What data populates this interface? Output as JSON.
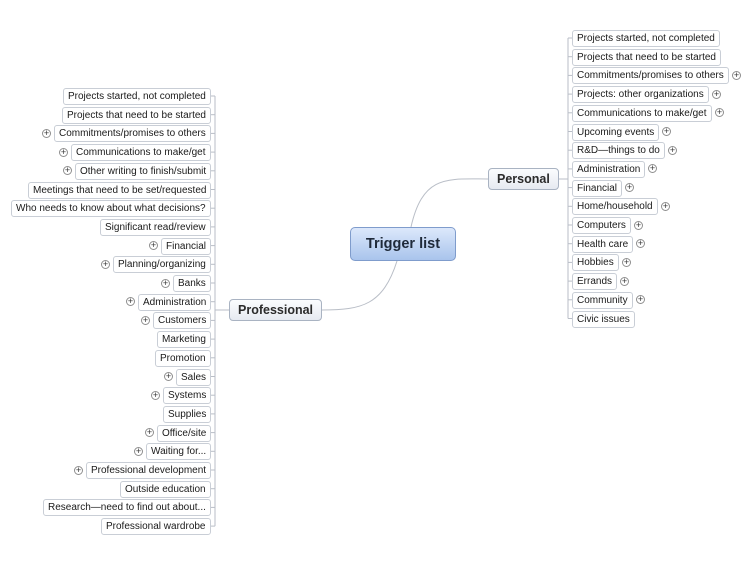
{
  "central": {
    "label": "Trigger list"
  },
  "branches": {
    "personal": {
      "label": "Personal",
      "items": [
        {
          "label": "Projects started, not completed",
          "collapsed": false
        },
        {
          "label": "Projects that need to be started",
          "collapsed": false
        },
        {
          "label": "Commitments/promises to others",
          "collapsed": true
        },
        {
          "label": "Projects: other organizations",
          "collapsed": true
        },
        {
          "label": "Communications to make/get",
          "collapsed": true
        },
        {
          "label": "Upcoming events",
          "collapsed": true
        },
        {
          "label": "R&D—things to do",
          "collapsed": true
        },
        {
          "label": "Administration",
          "collapsed": true
        },
        {
          "label": "Financial",
          "collapsed": true
        },
        {
          "label": "Home/household",
          "collapsed": true
        },
        {
          "label": "Computers",
          "collapsed": true
        },
        {
          "label": "Health care",
          "collapsed": true
        },
        {
          "label": "Hobbies",
          "collapsed": true
        },
        {
          "label": "Errands",
          "collapsed": true
        },
        {
          "label": "Community",
          "collapsed": true
        },
        {
          "label": "Civic issues",
          "collapsed": false
        }
      ]
    },
    "professional": {
      "label": "Professional",
      "items": [
        {
          "label": "Projects started, not completed",
          "collapsed": false
        },
        {
          "label": "Projects that need to be started",
          "collapsed": false
        },
        {
          "label": "Commitments/promises to others",
          "collapsed": true
        },
        {
          "label": "Communications to make/get",
          "collapsed": true
        },
        {
          "label": "Other writing to finish/submit",
          "collapsed": true
        },
        {
          "label": "Meetings that need to be set/requested",
          "collapsed": false
        },
        {
          "label": "Who needs to know about what decisions?",
          "collapsed": false
        },
        {
          "label": "Significant read/review",
          "collapsed": false
        },
        {
          "label": "Financial",
          "collapsed": true
        },
        {
          "label": "Planning/organizing",
          "collapsed": true
        },
        {
          "label": "Banks",
          "collapsed": true
        },
        {
          "label": "Administration",
          "collapsed": true
        },
        {
          "label": "Customers",
          "collapsed": true
        },
        {
          "label": "Marketing",
          "collapsed": false
        },
        {
          "label": "Promotion",
          "collapsed": false
        },
        {
          "label": "Sales",
          "collapsed": true
        },
        {
          "label": "Systems",
          "collapsed": true
        },
        {
          "label": "Supplies",
          "collapsed": false
        },
        {
          "label": "Office/site",
          "collapsed": true
        },
        {
          "label": "Waiting for...",
          "collapsed": true
        },
        {
          "label": "Professional development",
          "collapsed": true
        },
        {
          "label": "Outside education",
          "collapsed": false
        },
        {
          "label": "Research—need to find out about...",
          "collapsed": false
        },
        {
          "label": "Professional wardrobe",
          "collapsed": false
        }
      ]
    }
  },
  "colors": {
    "connector": "#b9bec7",
    "central_fill": "#a9c4ec",
    "leaf_border": "#c9ced6"
  },
  "icons": {
    "expand": "plus-circle-icon"
  }
}
